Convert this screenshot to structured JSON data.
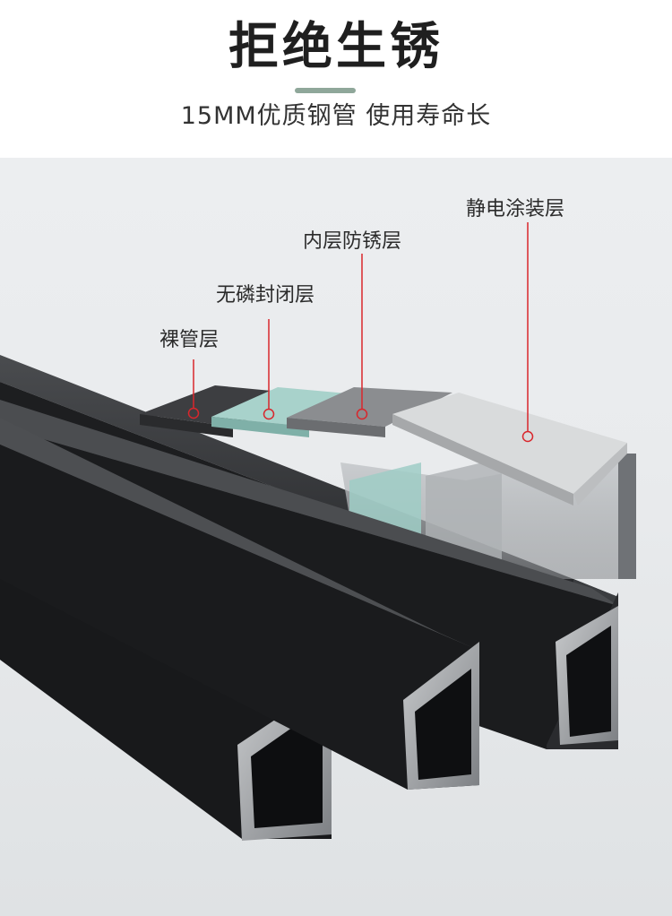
{
  "header": {
    "title": "拒绝生锈",
    "subtitle": "15MM优质钢管 使用寿命长"
  },
  "callouts": {
    "bare_pipe": "裸管层",
    "phosphate_free_seal": "无磷封闭层",
    "inner_antirust": "内层防锈层",
    "electrostatic_coating": "静电涂装层"
  },
  "colors": {
    "accent_rule": "#8fa79a",
    "leader_red": "#d9262c",
    "pipe_black": "#1c1d1f",
    "layer_dark": "#3a3b3d",
    "layer_mint": "#a9d3cc",
    "layer_gray": "#8a8c8e",
    "layer_light": "#d7d9da"
  }
}
